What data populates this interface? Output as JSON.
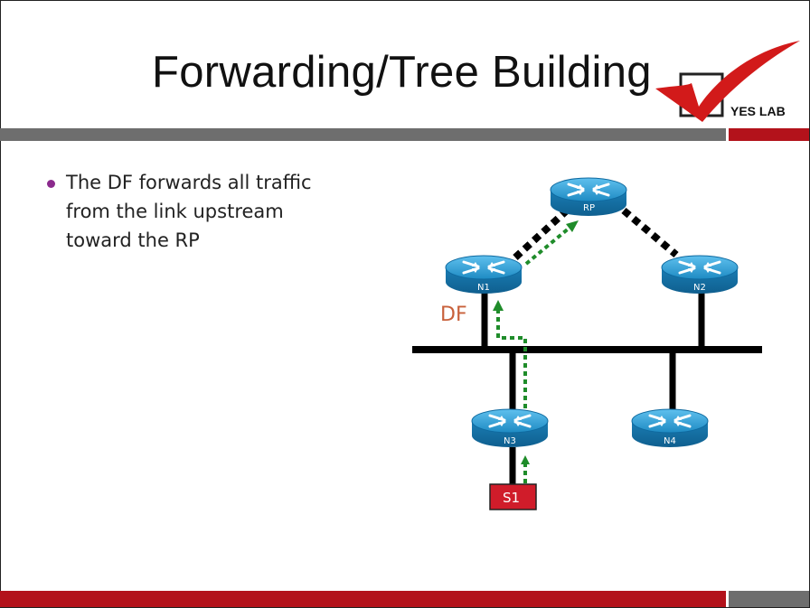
{
  "title": "Forwarding/Tree Building",
  "logo": {
    "text": "YES LAB"
  },
  "bullets": [
    {
      "lines": [
        "The DF forwards all traffic",
        "from the link upstream",
        "toward the RP"
      ]
    }
  ],
  "diagram": {
    "routers": [
      {
        "id": "rp",
        "label": "RP"
      },
      {
        "id": "n1",
        "label": "N1"
      },
      {
        "id": "n2",
        "label": "N2"
      },
      {
        "id": "n3",
        "label": "N3"
      },
      {
        "id": "n4",
        "label": "N4"
      }
    ],
    "df_label": "DF",
    "source_label": "S1"
  },
  "colors": {
    "router_blue": "#1e8bc3",
    "traffic_green": "#1f8c2a",
    "brand_red": "#b3121b",
    "bar_gray": "#6e6e6e",
    "df_orange": "#c8603a",
    "bullet_purple": "#8b2a8d"
  }
}
